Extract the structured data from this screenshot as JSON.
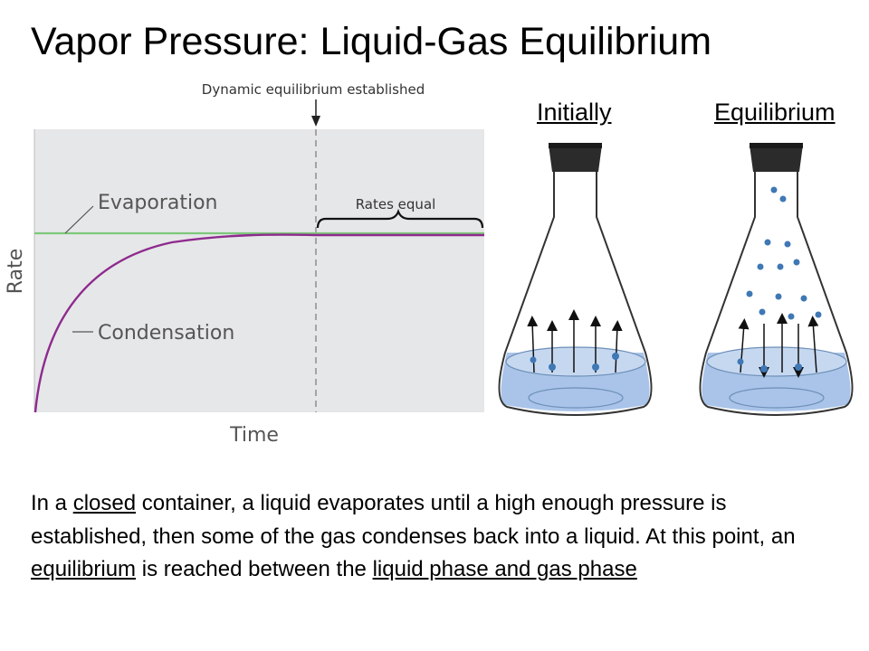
{
  "slide": {
    "title": "Vapor Pressure: Liquid-Gas Equilibrium"
  },
  "graph": {
    "annotation_top": "Dynamic equilibrium established",
    "rates_equal_label": "Rates equal",
    "evaporation_label": "Evaporation",
    "condensation_label": "Condensation",
    "y_axis_label": "Rate",
    "x_axis_label": "Time",
    "colors": {
      "evaporation": "#7ec87a",
      "condensation": "#8e2a8e",
      "plot_background": "#e6e7e8"
    }
  },
  "flasks": {
    "initially_label": "Initially",
    "equilibrium_label": "Equilibrium",
    "liquid_color": "#a9c4e8",
    "stopper_color": "#2b2b2b"
  },
  "paragraph": {
    "t1": "In a ",
    "u1": "closed",
    "t2": " container, a liquid evaporates until a high enough pressure is established, then some of the gas condenses back into a liquid.  At this point, an ",
    "u2": "equilibrium",
    "t3": " is reached between the ",
    "u3": "liquid phase and gas phase"
  }
}
